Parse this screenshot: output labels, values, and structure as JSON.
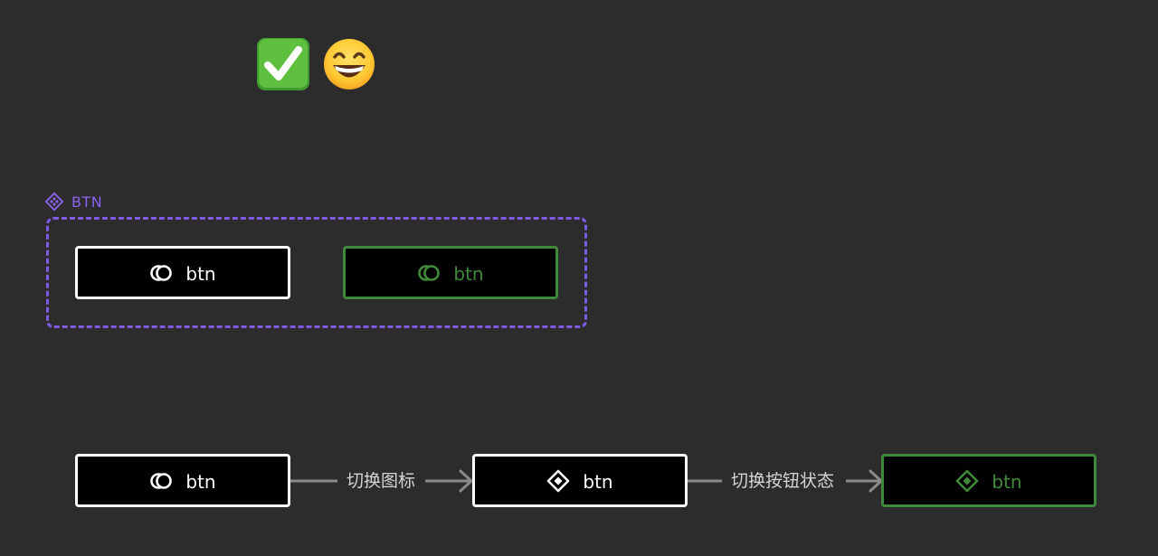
{
  "emojis": [
    {
      "name": "check-mark-button",
      "color": "#5fbf3f"
    },
    {
      "name": "grinning-face-with-smiling-eyes",
      "color": "#ffcc33"
    }
  ],
  "component": {
    "label": "BTN",
    "icon": "component-icon",
    "border_color": "#7c5ce6",
    "variants": [
      {
        "label": "btn",
        "icon": "toggle-circles-icon",
        "state": "default",
        "color": "#ffffff"
      },
      {
        "label": "btn",
        "icon": "toggle-circles-icon",
        "state": "active",
        "color": "#3f8a3a"
      }
    ]
  },
  "flow": {
    "steps": [
      {
        "label": "btn",
        "icon": "toggle-circles-icon",
        "color": "#ffffff"
      },
      {
        "label": "btn",
        "icon": "diamond-icon",
        "color": "#ffffff"
      },
      {
        "label": "btn",
        "icon": "diamond-icon",
        "color": "#3f8a3a"
      }
    ],
    "transitions": [
      "切换图标",
      "切换按钮状态"
    ]
  },
  "colors": {
    "background": "#2c2c2c",
    "button_bg": "#000000",
    "connector": "#8a8a8a",
    "component_accent": "#8a63f0"
  }
}
